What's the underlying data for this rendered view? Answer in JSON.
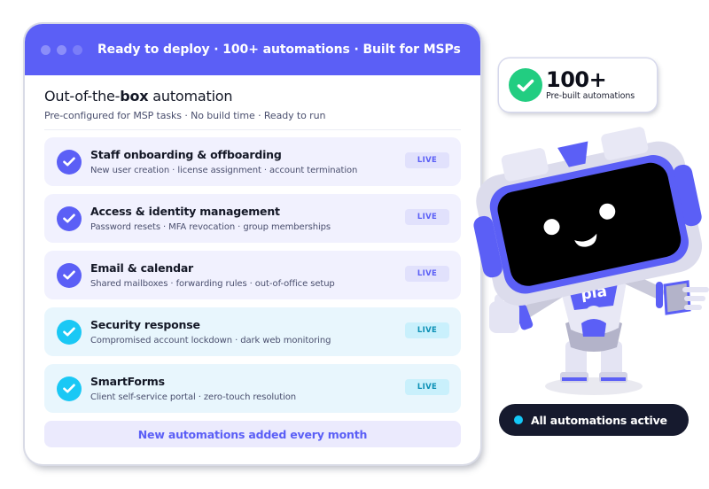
{
  "card": {
    "header": {
      "title": "Ready to deploy · 100+ automations · Built for MSPs",
      "dots": [
        "dot-1",
        "dot-2",
        "dot-3"
      ]
    },
    "section": {
      "title_prefix": "Out-of-the-",
      "title_bold": "box",
      "title_suffix": " automation",
      "subtitle": "Pre-configured for MSP tasks · No build time · Ready to run"
    },
    "items": [
      {
        "title": "Staff onboarding & offboarding",
        "description": "New user creation · license assignment · account termination",
        "badge": "LIVE",
        "variant": "purple",
        "icon": "check-circle-icon"
      },
      {
        "title": "Access & identity management",
        "description": "Password resets · MFA revocation · group memberships",
        "badge": "LIVE",
        "variant": "purple",
        "icon": "check-circle-icon"
      },
      {
        "title": "Email & calendar",
        "description": "Shared mailboxes · forwarding rules · out-of-office setup",
        "badge": "LIVE",
        "variant": "purple",
        "icon": "check-circle-icon"
      },
      {
        "title": "Security response",
        "description": "Compromised account lockdown · dark web monitoring",
        "badge": "LIVE",
        "variant": "cyan",
        "icon": "check-circle-icon"
      },
      {
        "title": "SmartForms",
        "description": "Client self-service portal · zero-touch resolution",
        "badge": "LIVE",
        "variant": "cyan",
        "icon": "check-circle-icon"
      }
    ],
    "footer": "New automations added every month"
  },
  "stat_card": {
    "value": "100+",
    "label": "Pre-built automations",
    "icon": "check-circle-icon"
  },
  "mascot": {
    "chest_label": "pia"
  },
  "status": {
    "text": "All automations active",
    "indicator": "status-dot"
  },
  "colors": {
    "brand": "#5b5ff6",
    "cyan": "#1ac8f5",
    "green": "#22cd81",
    "dark": "#161a2e",
    "item_purple_bg": "#f1f1fe",
    "item_cyan_bg": "#e8f6fd"
  }
}
